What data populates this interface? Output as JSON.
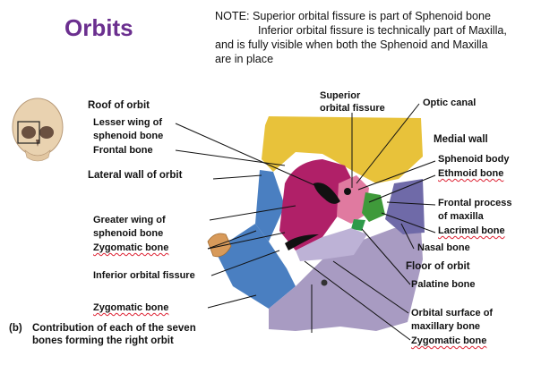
{
  "title": "Orbits",
  "note": {
    "line1": "NOTE: Superior orbital fissure is part of Sphenoid bone",
    "line2": "Inferior orbital fissure is technically part of Maxilla,",
    "line3": "and is fully visible when both the Sphenoid and Maxilla",
    "line4": "are in place"
  },
  "labels": {
    "roof": "Roof of orbit",
    "lesser_wing_1": "Lesser wing of",
    "lesser_wing_2": "sphenoid bone",
    "frontal": "Frontal bone",
    "lateral_wall": "Lateral wall of orbit",
    "greater_wing_1": "Greater wing of",
    "greater_wing_2": "sphenoid bone",
    "zygomatic_left": "Zygomatic bone",
    "inferior_fissure": "Inferior orbital fissure",
    "zygomatic_bottom": "Zygomatic bone",
    "superior_fissure_1": "Superior",
    "superior_fissure_2": "orbital fissure",
    "optic_canal": "Optic canal",
    "medial_wall": "Medial wall",
    "sphenoid_body": "Sphenoid body",
    "ethmoid": "Ethmoid bone",
    "frontal_process_1": "Frontal process",
    "frontal_process_2": "of maxilla",
    "lacrimal": "Lacrimal bone",
    "nasal": "Nasal bone",
    "floor": "Floor of orbit",
    "palatine": "Palatine bone",
    "orbital_surface_1": "Orbital surface of",
    "orbital_surface_2": "maxillary bone",
    "zygomatic_right": "Zygomatic bone"
  },
  "caption": {
    "marker": "(b)",
    "line1": "Contribution of each of the seven",
    "line2": "bones forming the right orbit"
  },
  "colors": {
    "title": "#6b2f8f",
    "frontal": "#e8c23a",
    "sphenoid": "#c4246e",
    "ethmoid": "#e07aa0",
    "zygomatic": "#4a7fc1",
    "maxilla": "#a89bc2",
    "nasal": "#6f6aa8",
    "lacrimal": "#5a9e3a",
    "palatine": "#2e9a4a"
  }
}
